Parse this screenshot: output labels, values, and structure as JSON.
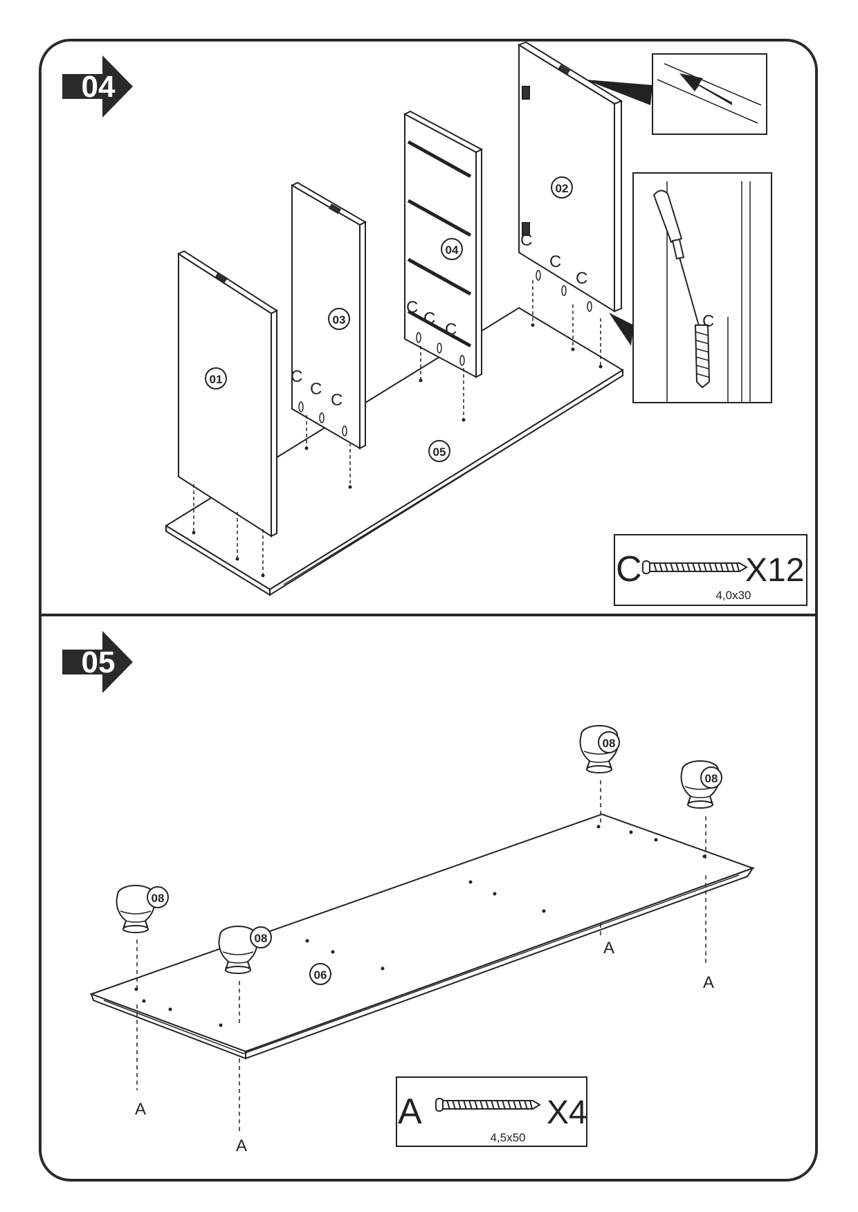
{
  "steps": [
    {
      "number": "04",
      "parts": {
        "left_side": "01",
        "right_side": "02",
        "divider": "03",
        "drawer_panel": "04",
        "bottom": "05"
      },
      "screw_letter": "C",
      "hardware": {
        "letter": "C",
        "quantity": "X12",
        "size": "4,0x30"
      }
    },
    {
      "number": "05",
      "parts": {
        "foot": "08",
        "top": "06"
      },
      "screw_letter": "A",
      "hardware": {
        "letter": "A",
        "quantity": "X4",
        "size": "4,5x50"
      }
    }
  ],
  "colors": {
    "ink": "#222222",
    "badge": "#2a2a2a",
    "paper": "#ffffff"
  }
}
